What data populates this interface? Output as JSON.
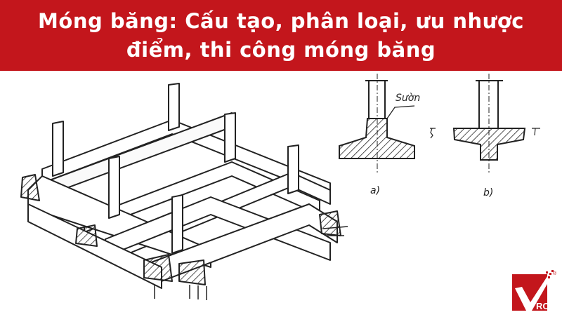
{
  "title": "Móng băng: Cấu tạo, phân loại, ưu nhược điểm, thi công móng băng",
  "diagram": {
    "rib_label": "Sườn",
    "section_a_label": "a)",
    "section_b_label": "b)"
  },
  "logo": {
    "text": "RO",
    "registered": "®"
  },
  "colors": {
    "banner": "#c3161c",
    "line": "#222222",
    "logo": "#c3161c"
  }
}
